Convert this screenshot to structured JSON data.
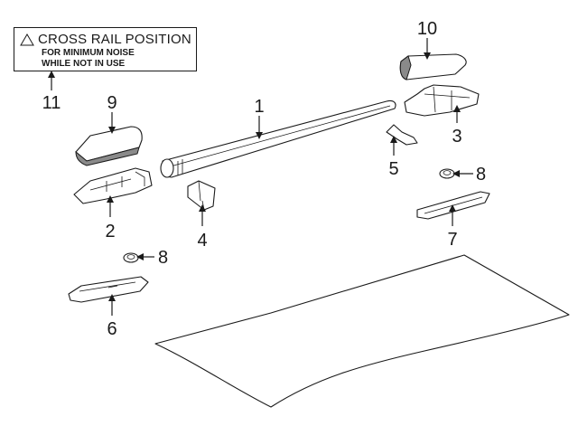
{
  "warning_label": {
    "title": "CROSS RAIL POSITION",
    "line1": "FOR MINIMUM NOISE",
    "line2": "WHILE NOT IN USE"
  },
  "callouts": {
    "c1": "1",
    "c2": "2",
    "c3": "3",
    "c4": "4",
    "c5": "5",
    "c6": "6",
    "c7": "7",
    "c8a": "8",
    "c8b": "8",
    "c9": "9",
    "c10": "10",
    "c11": "11"
  }
}
